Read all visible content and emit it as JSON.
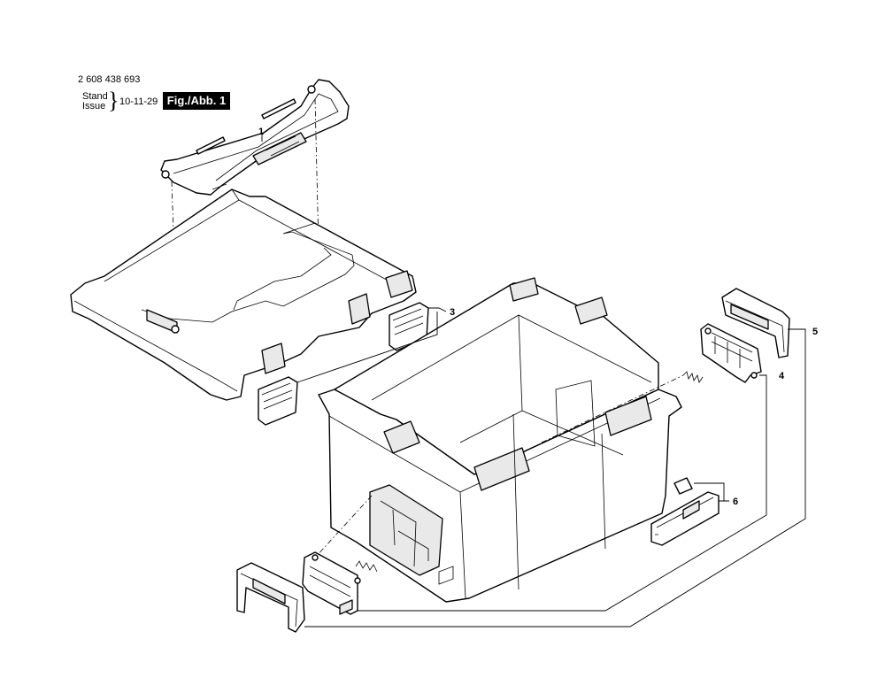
{
  "header": {
    "part_number": "2 608 438 693",
    "stand_label": "Stand",
    "issue_label": "Issue",
    "issue_date": "10-11-29",
    "figure_label": "Fig./Abb. 1"
  },
  "callouts": {
    "c1": "1",
    "c3": "3",
    "c4": "4",
    "c5": "5",
    "c6": "6"
  }
}
